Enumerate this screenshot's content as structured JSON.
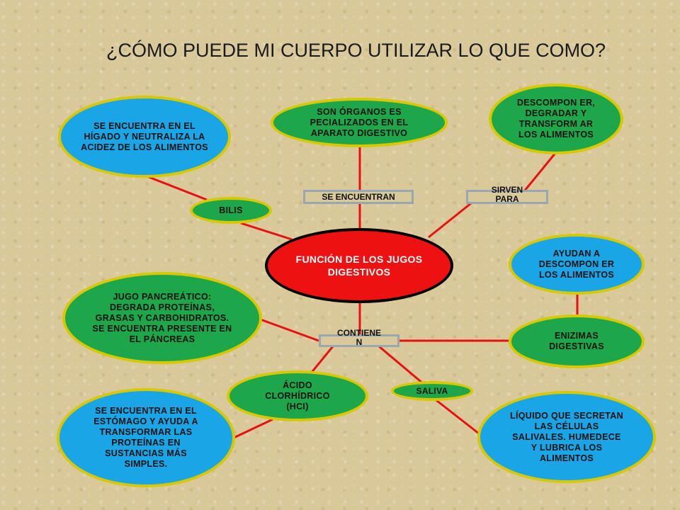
{
  "title": "¿CÓMO PUEDE MI CUERPO UTILIZAR LO QUE COMO?",
  "center": "FUNCIÓN DE LOS JUGOS DIGESTIVOS",
  "nodes": {
    "higado": "SE ENCUENTRA EN EL HÍGADO Y NEUTRALIZA LA ACIDEZ DE LOS ALIMENTOS",
    "organos": "SON ÓRGANOS ES PECIALIZADOS EN EL APARATO DIGESTIVO",
    "descomponer": "DESCOMPON ER, DEGRADAR Y TRANSFORM AR LOS ALIMENTOS",
    "bilis": "BILIS",
    "ayudan": "AYUDAN A DESCOMPON ER LOS ALIMENTOS",
    "pancreatico": "JUGO PANCREÁTICO: DEGRADA PROTEÍNAS, GRASAS Y CARBOHIDRATOS. SE ENCUENTRA PRESENTE EN EL PÁNCREAS",
    "enzimas": "ENIZIMAS DIGESTIVAS",
    "acido": "ÁCIDO CLORHÍDRICO (HCI)",
    "saliva": "SALIVA",
    "estomago": "SE ENCUENTRA EN EL ESTÓMAGO Y AYUDA A TRANSFORMAR LAS PROTEÍNAS EN SUSTANCIAS MÁS SIMPLES.",
    "liquido": "LÍQUIDO QUE SECRETAN LAS CÉLULAS SALIVALES. HUMEDECE Y LUBRICA LOS ALIMENTOS"
  },
  "connectors": {
    "se_encuentran": "SE ENCUENTRAN",
    "sirven_para": "SIRVEN PARA",
    "contienen": "CONTIENE N"
  },
  "colors": {
    "green": "#1ea64a",
    "blue": "#1aa6e6",
    "center": "#ee1111",
    "line": "#e81010",
    "node_border": "#d8c800"
  }
}
